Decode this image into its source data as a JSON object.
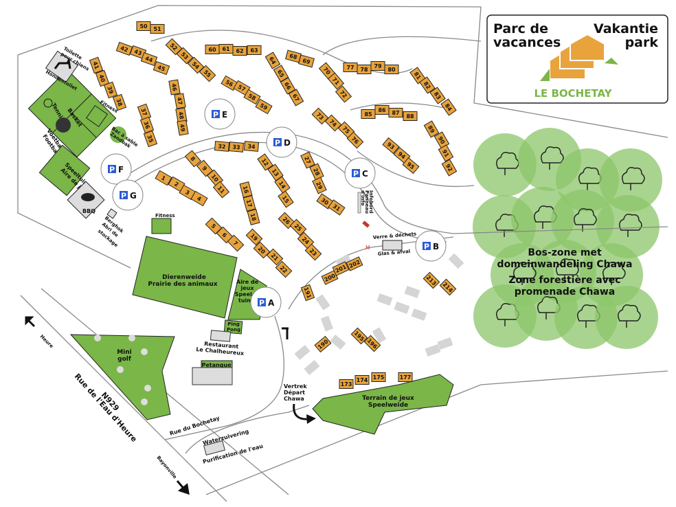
{
  "logo": {
    "left_title": "Parc de vacances",
    "left_l1": "Parc de",
    "left_l2": "vacances",
    "right_l1": "Vakantie",
    "right_l2": "park",
    "brand": "LE BOCHETAY"
  },
  "cabins": [
    "50",
    "51",
    "42",
    "43",
    "44",
    "45",
    "41",
    "40",
    "39",
    "38",
    "52",
    "53",
    "54",
    "55",
    "60",
    "61",
    "62",
    "63",
    "46",
    "47",
    "48",
    "49",
    "37",
    "36",
    "35",
    "56",
    "57",
    "58",
    "59",
    "64",
    "65",
    "66",
    "67",
    "68",
    "69",
    "70",
    "71",
    "72",
    "77",
    "78",
    "79",
    "80",
    "81",
    "82",
    "83",
    "84",
    "85",
    "86",
    "87",
    "88",
    "73",
    "74",
    "75",
    "76",
    "89",
    "90",
    "91",
    "92",
    "93",
    "94",
    "95",
    "32",
    "33",
    "34",
    "8",
    "9",
    "10",
    "11",
    "12",
    "13",
    "14",
    "15",
    "27",
    "28",
    "29",
    "30",
    "31",
    "16",
    "17",
    "18",
    "1",
    "2",
    "3",
    "4",
    "5",
    "6",
    "7",
    "26",
    "25",
    "24",
    "23",
    "19",
    "20",
    "21",
    "22",
    "200",
    "201",
    "202",
    "191",
    "213",
    "214",
    "190",
    "195",
    "196",
    "173",
    "174",
    "175",
    "177"
  ],
  "parking": [
    {
      "letter": "F"
    },
    {
      "letter": "G"
    },
    {
      "letter": "E"
    },
    {
      "letter": "D"
    },
    {
      "letter": "C"
    },
    {
      "letter": "B"
    },
    {
      "letter": "A"
    }
  ],
  "parking_symbol": "P",
  "facilities": {
    "dog_toilet_1": "Toilette",
    "dog_toilet_2": "pour chiens",
    "dog_toilet_3": "Hondentoilet",
    "tennis": "Tennis",
    "basket": "Basket",
    "football_1": "Voetbal",
    "football_2": "Football",
    "fitness": "Fitness",
    "sandbox_1": "Bac à sable",
    "sandbox_2": "Zandbak",
    "playground_1": "Speeltuin",
    "playground_2": "Aire de jeux",
    "bbq": "BBQ",
    "storage_1": "Berghok",
    "storage_2": "Abri de",
    "storage_3": "stockage",
    "fitness2": "Fitness",
    "animals_1": "Dierenweide",
    "animals_2": "Prairie des animaux",
    "play2_1": "Aire de",
    "play2_2": "jeux",
    "play2_3": "Speel-",
    "play2_4": "tuin",
    "pingpong_1": "Ping",
    "pingpong_2": "Pong",
    "restaurant_1": "Restaurant",
    "restaurant_2": "Le Chalheureux",
    "petanque": "Petanque",
    "minigolf_1": "Mini",
    "minigolf_2": "golf",
    "info_1": "Infobord",
    "info_2": "Panneau",
    "info_3": "d'info",
    "glass_1": "Verre & déchets",
    "glass_2": "Glas & afval",
    "start_1": "Vertrek",
    "start_2": "Départ",
    "start_3": "Chawa",
    "field_1": "Terrain de jeux",
    "field_2": "Speelweide",
    "water_1": "Waterzuivering",
    "water_2": "Purification de l'eau",
    "forest_1": "Bos-zone met",
    "forest_2": "domeinwandeling Chawa",
    "forest_3": "Zone forestière avec",
    "forest_4": "promenade Chawa",
    "h_marker": "H"
  },
  "roads": {
    "n929": "N929",
    "main_road": "Rue de l'Eau d'Heure",
    "heure": "Heure",
    "bayonville": "Bayonville",
    "bochetay": "Rue du Bochetay"
  },
  "colors": {
    "cabin": "#e8a33c",
    "green": "#7ab648",
    "forest": "#8cc66a",
    "parking": "#2a5bd7"
  }
}
